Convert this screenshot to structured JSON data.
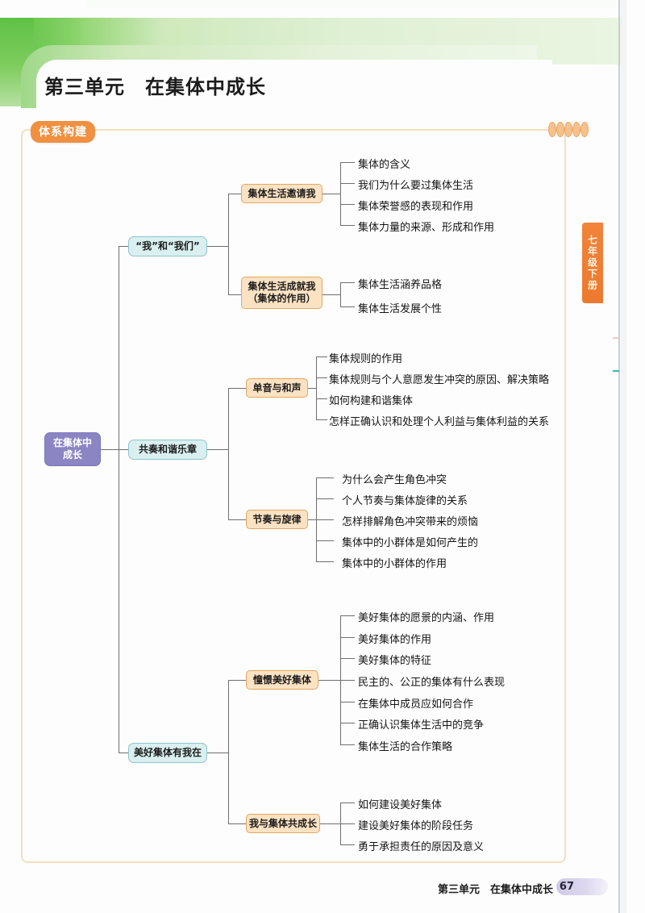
{
  "header": {
    "unit_title": "第三单元　在集体中成长"
  },
  "side_tab": {
    "label": "七年级下册"
  },
  "section_badge": {
    "label": "体系构建"
  },
  "footer": {
    "text": "第三单元　在集体中成长",
    "page_number": "67"
  },
  "colors": {
    "root_node": "#8c85c4",
    "branch_node": "#d9eff0",
    "topic_node": "#fbe2c2",
    "frame_border": "#f3dfc0",
    "badge": "#f09040",
    "side_tab": "#ec7a2e",
    "header_green": "#63c44a",
    "connector": "#6f6f6f"
  },
  "mindmap": {
    "root": "在集体中\n成长",
    "root_line1": "在集体中",
    "root_line2": "成长",
    "branches": [
      {
        "label": "“我”和“我们”",
        "topics": [
          {
            "label": "集体生活邀请我",
            "leaves": [
              "集体的含义",
              "我们为什么要过集体生活",
              "集体荣誉感的表现和作用",
              "集体力量的来源、形成和作用"
            ]
          },
          {
            "label_line1": "集体生活成就我",
            "label_line2": "（集体的作用）",
            "label": "集体生活成就我（集体的作用）",
            "leaves": [
              "集体生活涵养品格",
              "集体生活发展个性"
            ]
          }
        ]
      },
      {
        "label": "共奏和谐乐章",
        "topics": [
          {
            "label": "单音与和声",
            "leaves": [
              "集体规则的作用",
              "集体规则与个人意愿发生冲突的原因、解决策略",
              "如何构建和谐集体",
              "怎样正确认识和处理个人利益与集体利益的关系"
            ]
          },
          {
            "label": "节奏与旋律",
            "leaves": [
              "为什么会产生角色冲突",
              "个人节奏与集体旋律的关系",
              "怎样排解角色冲突带来的烦恼",
              "集体中的小群体是如何产生的",
              "集体中的小群体的作用"
            ]
          }
        ]
      },
      {
        "label": "美好集体有我在",
        "topics": [
          {
            "label": "憧憬美好集体",
            "leaves": [
              "美好集体的愿景的内涵、作用",
              "美好集体的作用",
              "美好集体的特征",
              "民主的、公正的集体有什么表现",
              "在集体中成员应如何合作",
              "正确认识集体生活中的竞争",
              "集体生活的合作策略"
            ]
          },
          {
            "label": "我与集体共成长",
            "leaves": [
              "如何建设美好集体",
              "建设美好集体的阶段任务",
              "勇于承担责任的原因及意义"
            ]
          }
        ]
      }
    ]
  }
}
